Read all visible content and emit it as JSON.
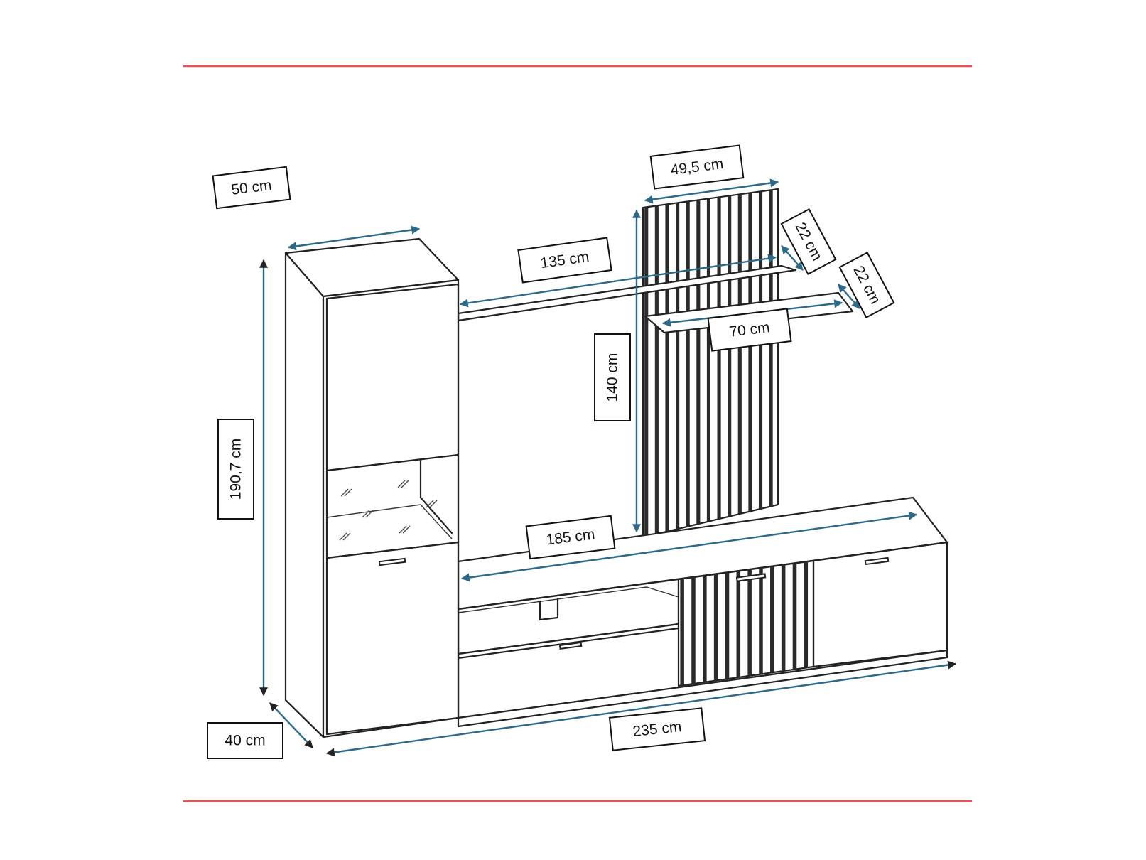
{
  "labels": {
    "depth_top": "50 cm",
    "shelf_long": "135 cm",
    "panel_width": "49,5 cm",
    "shelf_depth_1": "22 cm",
    "shelf_depth_2": "22 cm",
    "shelf_short": "70 cm",
    "panel_height": "140 cm",
    "tall_height": "190,7 cm",
    "tv_width": "185 cm",
    "depth_bottom": "40 cm",
    "total_width": "235 cm"
  },
  "colors": {
    "rule": "#e8534f",
    "dimension_arrow": "#2d6a8a",
    "outline": "#222222"
  }
}
